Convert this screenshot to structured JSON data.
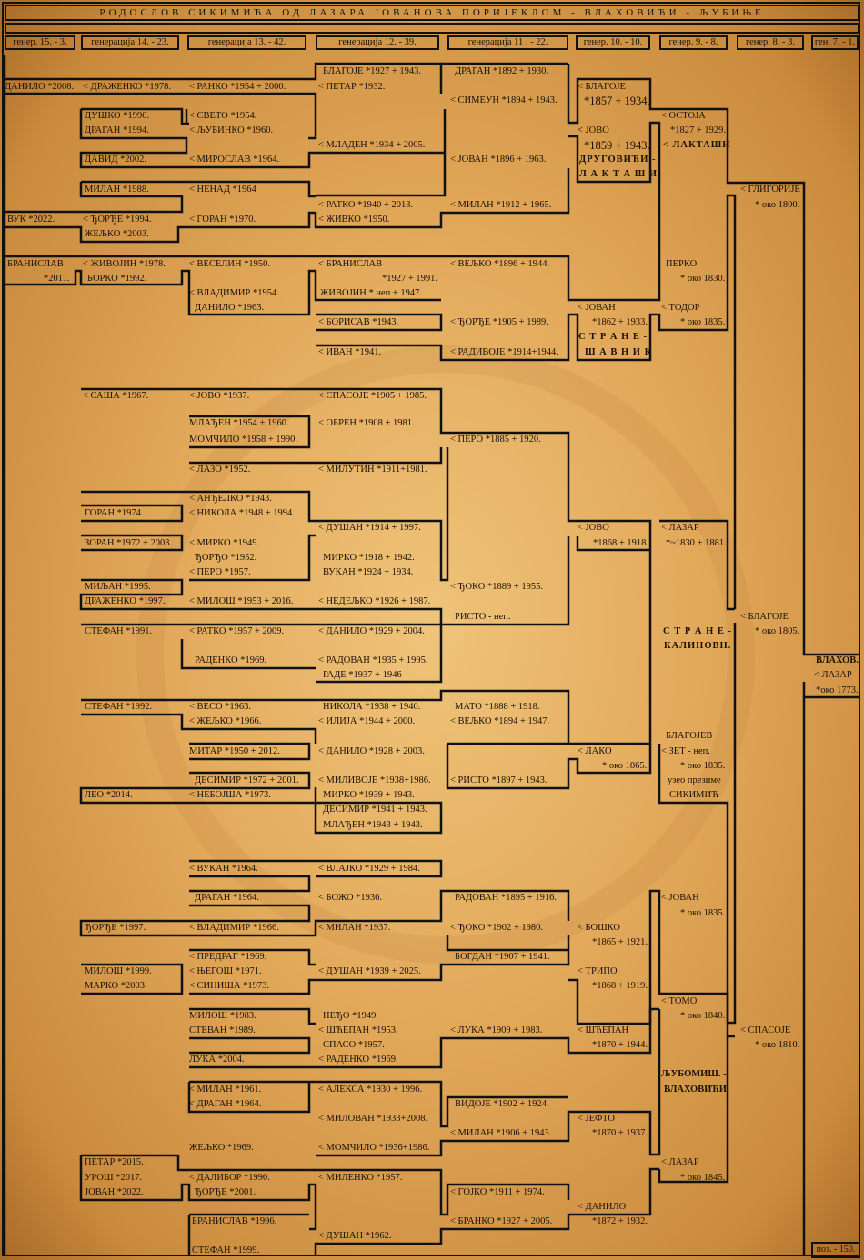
{
  "title": "РОДОСЛОВ СИКИМИЋА ОД ЛАЗАРА ЈОВАНОВА ПОРИЈЕКЛОМ - ВЛАХОВИЋИ - ЉУБИЊЕ",
  "generations": [
    "генер. 15. - 3.",
    "генерација 14. - 23.",
    "генерација 13. - 42.",
    "генерација 12. - 39.",
    "генерација 11 . - 22.",
    "генер. 10. - 10.",
    "генер. 9. - 8.",
    "генер. 8. - 3.",
    "ген. 7. - 1."
  ],
  "page_number": "поз. - 150.",
  "entries": [
    "БЛАГОЈЕ *1927 + 1943.",
    "ДРАГАН *1892 + 1930.",
    "ДАНИЛО *2008.",
    "< ДРАЖЕНКО *1978.",
    "< РАНКО *1954 + 2000.",
    "< ПЕТАР *1932.",
    "< БЛАГОЈЕ",
    "*1857 + 1934.",
    "< СИМЕУН *1894 + 1943.",
    "ДУШКО *1990.",
    "< СВЕТО *1954.",
    "< ОСТОЈА",
    "ДРАГАН *1994.",
    "< ЉУБИНКО *1960.",
    "< ЈОВО",
    "*1827 + 1929.",
    "*1859 + 1943.",
    "< ЛАКТАШИ",
    "< МЛАДЕН *1934 + 2005.",
    "ДРУГОВИЋИ -",
    "ДАВИД *2002.",
    "< МИРОСЛАВ *1964.",
    "< ЈОВАН *1896 + 1963.",
    "Л А К Т А Ш И",
    "МИЛАН *1988.",
    "< НЕНАД *1964",
    "< ГЛИГОРИЈЕ",
    "* око 1800.",
    "< РАТКО *1940 + 2013.",
    "< МИЛАН *1912 + 1965.",
    "ВУК *2022.",
    "< ЂОРЂЕ *1994.",
    "< ГОРАН *1970.",
    "< ЖИВКО *1950.",
    "ЖЕЉКО *2003.",
    "БРАНИСЛАВ",
    "< ЖИВОЈИН *1978.",
    "< ВЕСЕЛИН *1950.",
    "< БРАНИСЛАВ",
    "< ВЕЉКО *1896 + 1944.",
    "ПЕРКО",
    "*2011.",
    "БОРКО *1992.",
    "*1927 + 1991.",
    "* око 1830.",
    "< ВЛАДИМИР *1954.",
    "ЖИВОЈИН * неп + 1947.",
    "< ЈОВАН",
    "< ТОДОР",
    "ДАНИЛО *1963.",
    "< БОРИСАВ *1943.",
    "< ЂОРЂЕ *1905 + 1989.",
    "*1862 + 1933.",
    "* око 1835.",
    "С Т Р А Н Е -",
    "< ИВАН *1941.",
    "< РАДИВОЈЕ *1914+1944.",
    "Ш А В Н И К",
    "< САША *1967.",
    "< ЈОВО *1937.",
    "< СПАСОЈЕ *1905 + 1985.",
    "МЛАЂЕН *1954 + 1960.",
    "< ОБРЕН *1908 + 1981.",
    "МОМЧИЛО *1958 + 1990.",
    "< ПЕРО *1885 + 1920.",
    "< ЛАЗО *1952.",
    "< МИЛУТИН *1911+1981.",
    "< АНЂЕЛКО *1943.",
    "ГОРАН *1974.",
    "< НИКОЛА *1948 + 1994.",
    "< ДУШАН *1914 + 1997.",
    "< ЈОВО",
    "< ЛАЗАР",
    "ЗОРАН *1972 + 2003.",
    "< МИРКО *1949.",
    "*1868 + 1918.",
    "*~1830 + 1881.",
    "ЂОРЂО *1952.",
    "МИРКО *1918 + 1942.",
    "< ПЕРО *1957.",
    "ВУКАН *1924 + 1934.",
    "МИЉАН *1995.",
    "< ЂОКО *1889 + 1955.",
    "ДРАЖЕНКО *1997.",
    "< МИЛОШ *1953 + 2016.",
    "< НЕДЕЉКО *1926 + 1987.",
    "< БЛАГОЈЕ",
    "РИСТО - неп.",
    "* око 1805.",
    "СТЕФАН *1991.",
    "< РАТКО *1957 + 2009.",
    "< ДАНИЛО *1929 + 2004.",
    "С Т Р А Н Е -",
    "КАЛИНОВН.",
    "РАДЕНКО *1969.",
    "< РАДОВАН *1935 + 1995.",
    "ВЛАХОВ.",
    "< ЛАЗАР",
    "РАДЕ *1937 + 1946",
    "*око 1773.",
    "СТЕФАН *1992.",
    "< ВЕСО *1963.",
    "НИКОЛА *1938 + 1940.",
    "МАТО *1888 + 1918.",
    "< ЖЕЉКО *1966.",
    "< ИЛИЈА *1944 + 2000.",
    "< ВЕЉКО *1894 + 1947.",
    "БЛАГОЈЕВ",
    "МИТАР *1950 + 2012.",
    "< ДАНИЛО *1928 + 2003.",
    "< ЛАКО",
    "< ЗЕТ - неп.",
    "* око 1865.",
    "* око 1835.",
    "ДЕСИМИР *1972 + 2001.",
    "< МИЛИВОЈЕ *1938+1986.",
    "< РИСТО *1897 + 1943.",
    "узео презиме",
    "ЛЕО *2014.",
    "< НЕБОЈША *1973.",
    "МИРКО *1939 + 1943.",
    "СИКИМИЋ",
    "ДЕСИМИР *1941 + 1943.",
    "МЛАЂЕН *1943 + 1943.",
    "< ВУКАН *1964.",
    "< ВЛАЈКО *1929 + 1984.",
    "ДРАГАН *1964.",
    "< БОЖО *1936.",
    "РАДОВАН *1895 + 1916.",
    "< ЈОВАН",
    "* око 1835.",
    "ЂОРЂЕ *1997.",
    "< ВЛАДИМИР *1966.",
    "< МИЛАН *1937.",
    "< ЂОКО *1902 + 1980.",
    "< БОШКО",
    "*1865 + 1921.",
    "< ПРЕДРАГ *1969.",
    "БОГДАН *1907 + 1941.",
    "МИЛОШ *1999.",
    "< ЊЕГОШ *1971.",
    "< ДУШАН *1939 + 2025.",
    "< ТРИПО",
    "МАРКО *2003.",
    "< СИНИША *1973.",
    "*1868 + 1919.",
    "< ТОМО",
    "МИЛОШ *1983.",
    "НЕЂО *1949.",
    "* око 1840.",
    "СТЕВАН *1989.",
    "< ШЋЕПАН *1953.",
    "< ЛУКА *1909 + 1983.",
    "< ШЋЕПАН",
    "< СПАСОЈЕ",
    "СПАСО *1957.",
    "*1870 + 1944.",
    "* око 1810.",
    "ЛУКА *2004.",
    "< РАДЕНКО *1969.",
    "ЉУБОМИШ. -",
    "< МИЛАН *1961.",
    "< АЛЕКСА *1930 + 1996.",
    "ВЛАХОВИЋИ",
    "< ДРАГАН *1964.",
    "ВИДОЈЕ *1902 + 1924.",
    "< ЈЕФТО",
    "< МИЛОВАН *1933+2008.",
    "< МИЛАН *1906 + 1943.",
    "*1870 + 1937.",
    "ЖЕЉКО *1969.",
    "< МОМЧИЛО *1936+1986.",
    "ПЕТАР *2015.",
    "< ЛАЗАР",
    "УРОШ *2017.",
    "< ДАЛИБОР *1990.",
    "< МИЛЕНКО *1957.",
    "* око 1845.",
    "ЈОВАН *2022.",
    "ЂОРЂЕ *2001.",
    "< ГОЈКО *1911 + 1974.",
    "< ДАНИЛО",
    "БРАНИСЛАВ *1996.",
    "< БРАНКО *1927 + 2005.",
    "*1872 + 1932.",
    "< ДУШАН *1962.",
    "СТЕФАН *1999."
  ]
}
